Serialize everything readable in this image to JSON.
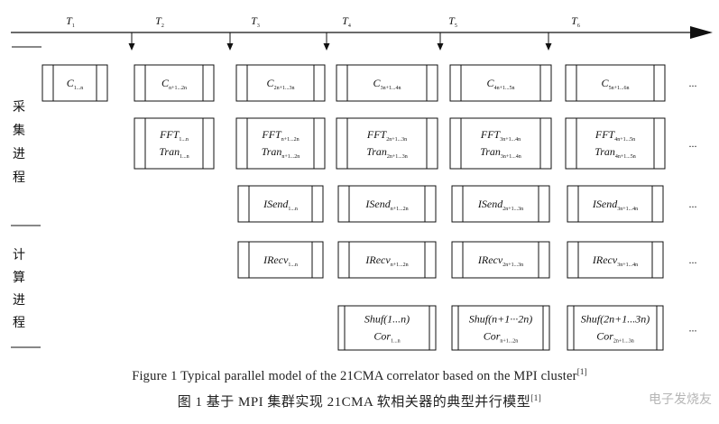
{
  "timeline": {
    "labels": [
      {
        "t": "T",
        "sub": "1"
      },
      {
        "t": "T",
        "sub": "2"
      },
      {
        "t": "T",
        "sub": "3"
      },
      {
        "t": "T",
        "sub": "4"
      },
      {
        "t": "T",
        "sub": "5"
      },
      {
        "t": "T",
        "sub": "6"
      }
    ]
  },
  "processes": {
    "collect": "采集进程",
    "compute": "计算进程"
  },
  "rows": [
    {
      "id": "capture",
      "cells": [
        [
          {
            "t": "C",
            "sub": "1...n"
          }
        ],
        [
          {
            "t": "C",
            "sub": "n+1...2n"
          }
        ],
        [
          {
            "t": "C",
            "sub": "2n+1...3n"
          }
        ],
        [
          {
            "t": "C",
            "sub": "3n+1...4n"
          }
        ],
        [
          {
            "t": "C",
            "sub": "4n+1...5n"
          }
        ],
        [
          {
            "t": "C",
            "sub": "5n+1...6n"
          }
        ]
      ]
    },
    {
      "id": "fft-tran",
      "cells": [
        null,
        [
          {
            "t": "FFT",
            "sub": "1...n"
          },
          {
            "t": "Tran",
            "sub": "1...n"
          }
        ],
        [
          {
            "t": "FFT",
            "sub": "n+1...2n"
          },
          {
            "t": "Tran",
            "sub": "n+1...2n"
          }
        ],
        [
          {
            "t": "FFT",
            "sub": "2n+1...3n"
          },
          {
            "t": "Tran",
            "sub": "2n+1...3n"
          }
        ],
        [
          {
            "t": "FFT",
            "sub": "3n+1...4n"
          },
          {
            "t": "Tran",
            "sub": "3n+1...4n"
          }
        ],
        [
          {
            "t": "FFT",
            "sub": "4n+1...5n"
          },
          {
            "t": "Tran",
            "sub": "4n+1...5n"
          }
        ]
      ]
    },
    {
      "id": "isend",
      "cells": [
        null,
        null,
        [
          {
            "t": "ISend",
            "sub": "1...n"
          }
        ],
        [
          {
            "t": "ISend",
            "sub": "n+1...2n"
          }
        ],
        [
          {
            "t": "ISend",
            "sub": "2n+1...3n"
          }
        ],
        [
          {
            "t": "ISend",
            "sub": "3n+1...4n"
          }
        ]
      ]
    },
    {
      "id": "irecv",
      "cells": [
        null,
        null,
        [
          {
            "t": "IRecv",
            "sub": "1...n"
          }
        ],
        [
          {
            "t": "IRecv",
            "sub": "n+1...2n"
          }
        ],
        [
          {
            "t": "IRecv",
            "sub": "2n+1...3n"
          }
        ],
        [
          {
            "t": "IRecv",
            "sub": "3n+1...4n"
          }
        ]
      ]
    },
    {
      "id": "shuf-cor",
      "cells": [
        null,
        null,
        null,
        [
          {
            "t": "Shuf(1...n)",
            "sub": ""
          },
          {
            "t": "Cor",
            "sub": "1...n"
          }
        ],
        [
          {
            "t": "Shuf(n+1···2n)",
            "sub": ""
          },
          {
            "t": "Cor",
            "sub": "n+1...2n"
          }
        ],
        [
          {
            "t": "Shuf(2n+1...3n)",
            "sub": ""
          },
          {
            "t": "Cor",
            "sub": "2n+1...3n"
          }
        ]
      ]
    }
  ],
  "ellipsis": "...",
  "caption_en": "Figure 1    Typical parallel model of the 21CMA correlator based on the MPI cluster",
  "caption_zh": "图 1   基于 MPI 集群实现 21CMA 软相关器的典型并行模型",
  "caption_ref": "[1]",
  "watermark": "电子发烧友"
}
